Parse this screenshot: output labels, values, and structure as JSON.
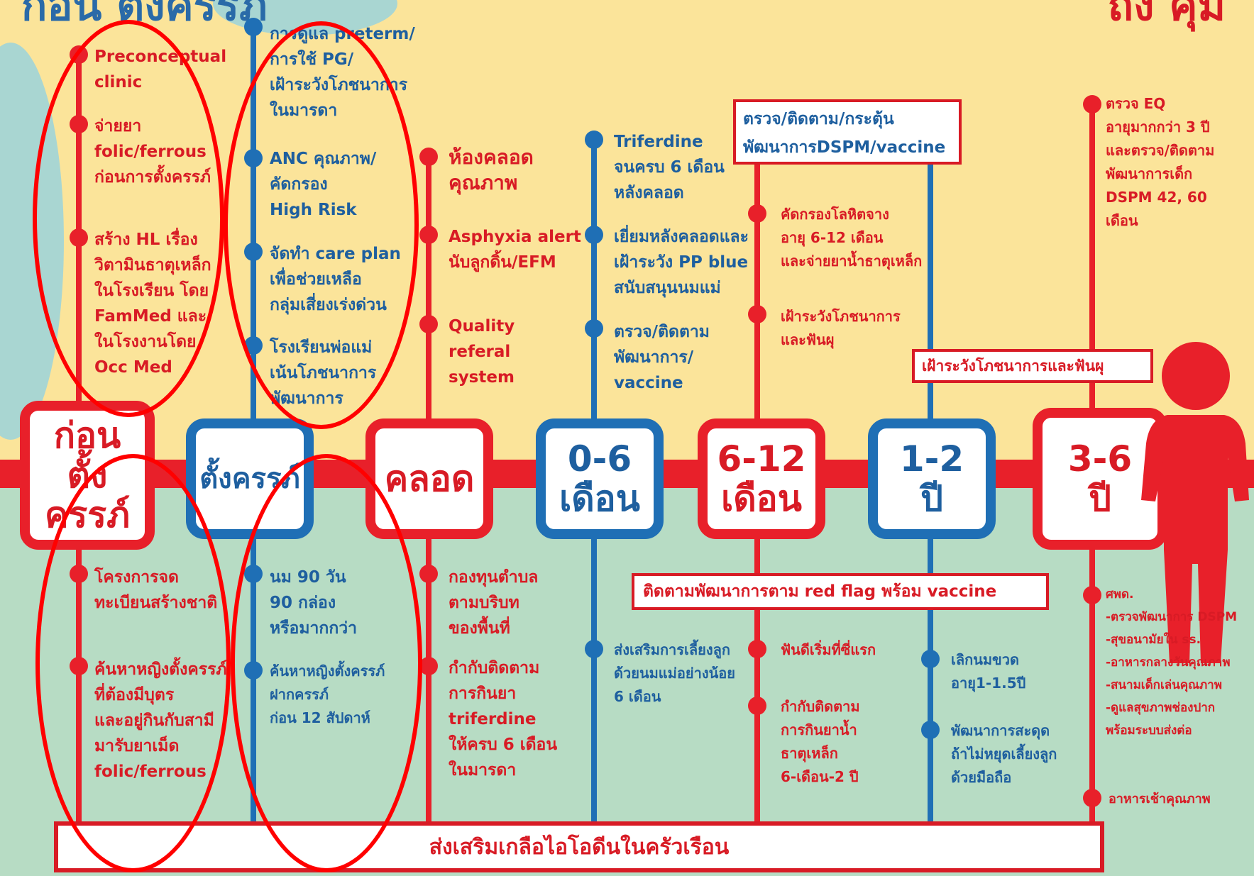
{
  "colors": {
    "red": "#e8202a",
    "blue": "#1f6fb5",
    "top_bg": "#fbe49a",
    "bottom_bg": "#b7dcc4",
    "annotation": "#ff0000"
  },
  "header": {
    "left_fragment": "ก่อน ตั้งครรภ์",
    "right_fragment": "ถึง คุ้ม"
  },
  "stages": [
    "ก่อน\nตั้งครรภ์",
    "ตั้งครรภ์",
    "คลอด",
    "0-6\nเดือน",
    "6-12\nเดือน",
    "1-2\nปี",
    "3-6\nปี"
  ],
  "top": {
    "pre": [
      "Preconceptual\nclinic",
      "จ่ายยา\nfolic/ferrous\nก่อนการตั้งครรภ์",
      "สร้าง HL เรื่อง\nวิตามินธาตุเหล็ก\nในโรงเรียน โดย\nFamMed และ\nในโรงงานโดย\nOcc Med"
    ],
    "preg": [
      "การดูแล preterm/\nการใช้ PG/\nเฝ้าระวังโภชนาการ\nในมารดา",
      "ANC คุณภาพ/\nคัดกรอง\nHigh Risk",
      "จัดทำ care plan\nเพื่อช่วยเหลือ\nกลุ่มเสี่ยงเร่งด่วน",
      "โรงเรียนพ่อแม่\nเน้นโภชนาการ\nพัฒนาการ"
    ],
    "birth": [
      "ห้องคลอด\nคุณภาพ",
      "Asphyxia alert\nนับลูกดิ้น/EFM",
      "Quality\nreferal\nsystem"
    ],
    "m06": [
      "Triferdine\nจนครบ 6 เดือน\nหลังคลอด",
      "เยี่ยมหลังคลอดและ\nเฝ้าระวัง PP blue\nสนับสนุนนมแม่",
      "ตรวจ/ติดตาม\nพัฒนาการ/\nvaccine"
    ],
    "box_612": "ตรวจ/ติดตาม/กระตุ้น\nพัฒนาการDSPM/vaccine",
    "m612": [
      "คัดกรองโลหิตจาง\nอายุ 6-12 เดือน\nและจ่ายยาน้ำธาตุเหล็ก",
      "เฝ้าระวังโภชนาการ\nและฟันผุ"
    ],
    "box_12": "เฝ้าระวังโภชนาการและฟันผุ",
    "y36": "ตรวจ EQ\nอายุมากกว่า 3 ปี\nและตรวจ/ติดตาม\nพัฒนาการเด็ก\nDSPM 42, 60\nเดือน"
  },
  "bottom": {
    "pre": [
      "โครงการจด\nทะเบียนสร้างชาติ",
      "ค้นหาหญิงตั้งครรภ์\nที่ต้องมีบุตร\nและอยู่กินกับสามี\nมารับยาเม็ด\nfolic/ferrous"
    ],
    "preg": [
      "นม 90 วัน\n90 กล่อง\nหรือมากกว่า",
      "ค้นหาหญิงตั้งครรภ์\nฝากครรภ์\nก่อน 12 สัปดาห์"
    ],
    "birth": [
      "กองทุนตำบล\nตามบริบท\nของพื้นที่",
      "กำกับติดตาม\nการกินยา\ntriferdine\nให้ครบ 6 เดือน\nในมารดา"
    ],
    "redflag_box": "ติดตามพัฒนาการตาม red flag พร้อม vaccine",
    "m06": "ส่งเสริมการเลี้ยงลูก\nด้วยนมแม่อย่างน้อย\n6 เดือน",
    "m612": [
      "ฟันดีเริ่มที่ซี่แรก",
      "กำกับติดตาม\nการกินยาน้ำ\nธาตุเหล็ก\n6-เดือน-2 ปี"
    ],
    "y12": [
      "เลิกนมขวด\nอายุ1-1.5ปี",
      "พัฒนาการสะดุด\nถ้าไม่หยุดเลี้ยงลูก\nด้วยมือถือ"
    ],
    "y36": [
      "ศพด.\n-ตรวจพัฒนาการ DSPM\n-สุขอนามัยใน ss.\n-อาหารกลางวันคุณภาพ\n-สนามเด็กเล่นคุณภาพ\n-ดูแลสุขภาพช่องปาก\n พร้อมระบบส่งต่อ",
      "อาหารเช้าคุณภาพ"
    ]
  },
  "footer": "ส่งเสริมเกลือไอโอดีนในครัวเรือน"
}
